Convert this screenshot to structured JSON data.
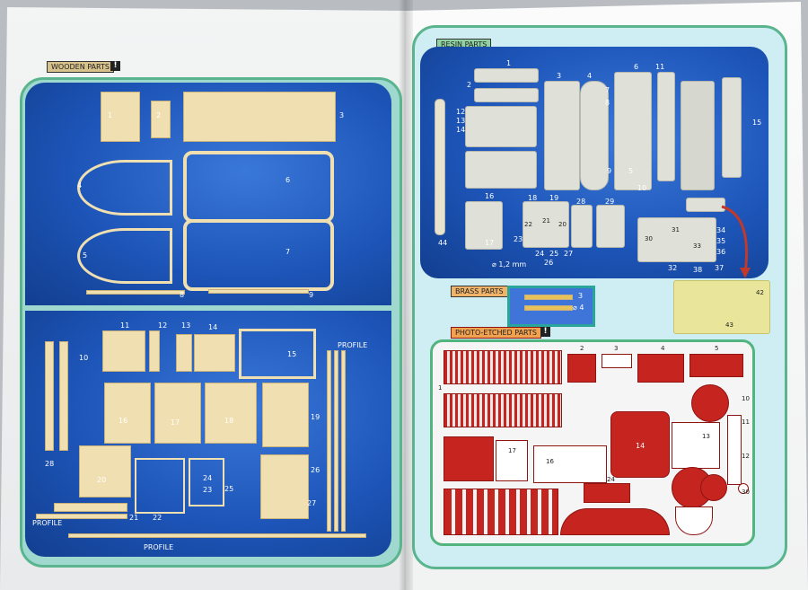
{
  "left_page": {
    "section_label": "WOODEN PARTS",
    "info_mark": "!",
    "part_numbers_top": [
      "1",
      "2",
      "3",
      "4",
      "5",
      "6",
      "7",
      "8",
      "9"
    ],
    "part_numbers_bottom": [
      "10",
      "11",
      "12",
      "13",
      "14",
      "15",
      "16",
      "17",
      "18",
      "19",
      "20",
      "21",
      "22",
      "23",
      "24",
      "25",
      "26",
      "27",
      "28"
    ],
    "profile_label": "PROFILE"
  },
  "right_page": {
    "resin_label": "RESIN PARTS",
    "resin_numbers": [
      "1",
      "2",
      "3",
      "4",
      "5",
      "6",
      "7",
      "8",
      "9",
      "10",
      "11",
      "12",
      "13",
      "14",
      "15",
      "16",
      "17",
      "18",
      "19",
      "20",
      "21",
      "22",
      "23",
      "24",
      "25",
      "26",
      "27",
      "28",
      "29",
      "30",
      "31",
      "32",
      "33",
      "34",
      "35",
      "36",
      "37",
      "38",
      "42",
      "43",
      "44"
    ],
    "diameter_label": "⌀ 1,2 mm",
    "brass_label": "BRASS PARTS",
    "brass_items": [
      "3",
      "⌀ 4"
    ],
    "pe_label": "PHOTO-ETCHED PARTS",
    "pe_numbers": [
      "1",
      "2",
      "3",
      "4",
      "5",
      "10",
      "11",
      "12",
      "13",
      "14",
      "16",
      "17",
      "24",
      "30"
    ]
  },
  "colors": {
    "wood": "#f0dfb0",
    "blue_panel": "#1d55b8",
    "frame_green": "#5ab58f",
    "photo_etch_red": "#c5241f"
  }
}
